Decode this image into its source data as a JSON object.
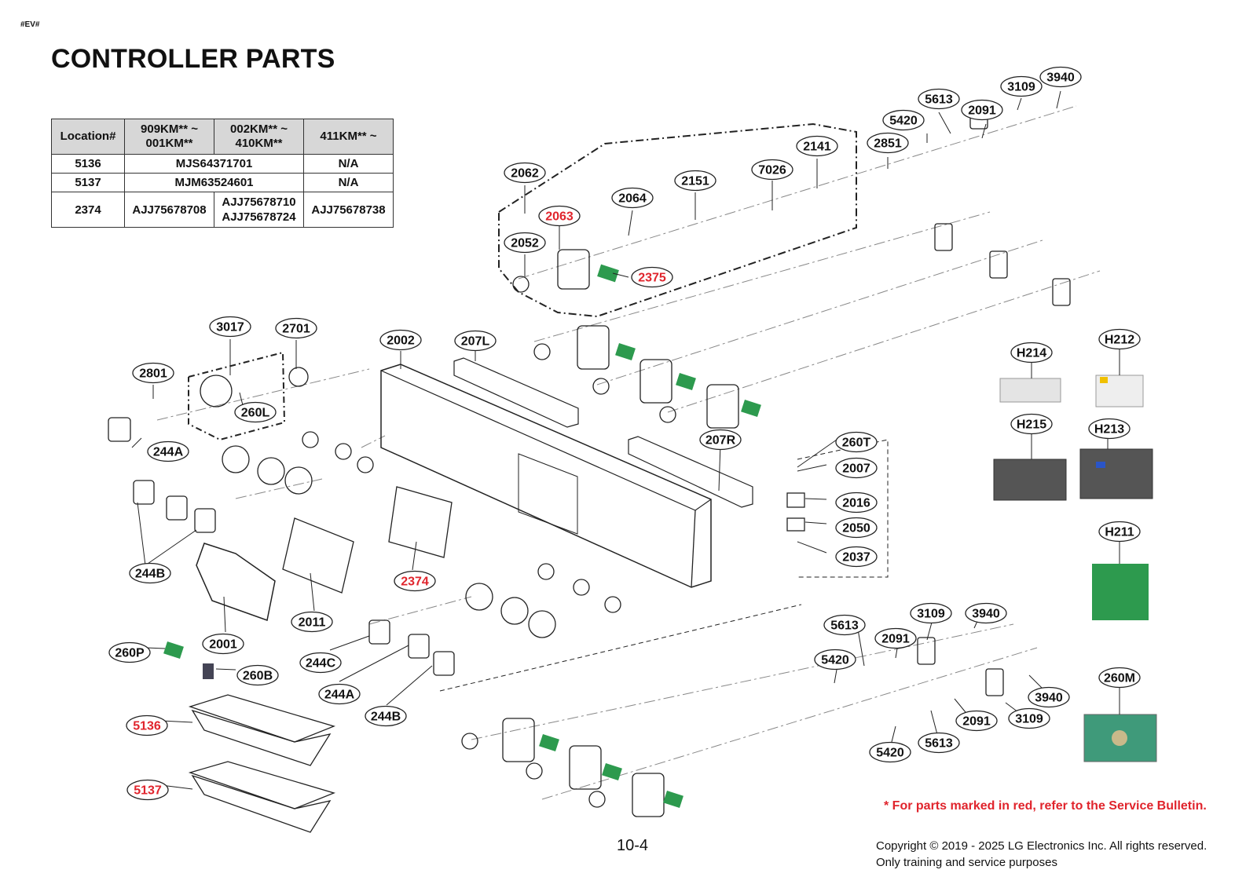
{
  "header_tag": "#EV#",
  "title": "CONTROLLER PARTS",
  "table": {
    "headers": [
      "Location#",
      "909KM** ~\n001KM**",
      "002KM** ~\n410KM**",
      "411KM** ~"
    ],
    "rows": [
      {
        "loc": "5136",
        "span": "MJS64371701",
        "c3": "N/A"
      },
      {
        "loc": "5137",
        "span": "MJM63524601",
        "c3": "N/A"
      },
      {
        "loc": "2374",
        "c1": "AJJ75678708",
        "c2a": "AJJ75678710",
        "c2b": "AJJ75678724",
        "c3": "AJJ75678738"
      }
    ]
  },
  "labels": [
    {
      "text": "3940",
      "red": false
    },
    {
      "text": "3109",
      "red": false
    },
    {
      "text": "5613",
      "red": false
    },
    {
      "text": "2091",
      "red": false
    },
    {
      "text": "5420",
      "red": false
    },
    {
      "text": "2851",
      "red": false
    },
    {
      "text": "2141",
      "red": false
    },
    {
      "text": "7026",
      "red": false
    },
    {
      "text": "2151",
      "red": false
    },
    {
      "text": "2064",
      "red": false
    },
    {
      "text": "2062",
      "red": false
    },
    {
      "text": "2063",
      "red": true
    },
    {
      "text": "2052",
      "red": false
    },
    {
      "text": "2375",
      "red": true
    },
    {
      "text": "3017",
      "red": false
    },
    {
      "text": "2701",
      "red": false
    },
    {
      "text": "2801",
      "red": false
    },
    {
      "text": "260L",
      "red": false
    },
    {
      "text": "2002",
      "red": false
    },
    {
      "text": "207L",
      "red": false
    },
    {
      "text": "244A",
      "red": false
    },
    {
      "text": "244B",
      "red": false
    },
    {
      "text": "207R",
      "red": false
    },
    {
      "text": "260T",
      "red": false
    },
    {
      "text": "2007",
      "red": false
    },
    {
      "text": "2016",
      "red": false
    },
    {
      "text": "2050",
      "red": false
    },
    {
      "text": "2037",
      "red": false
    },
    {
      "text": "2374",
      "red": true
    },
    {
      "text": "2011",
      "red": false
    },
    {
      "text": "2001",
      "red": false
    },
    {
      "text": "260P",
      "red": false
    },
    {
      "text": "260B",
      "red": false
    },
    {
      "text": "244C",
      "red": false
    },
    {
      "text": "244A",
      "red": false
    },
    {
      "text": "244B",
      "red": false
    },
    {
      "text": "5136",
      "red": true
    },
    {
      "text": "5137",
      "red": true
    },
    {
      "text": "H214",
      "red": false
    },
    {
      "text": "H212",
      "red": false
    },
    {
      "text": "H215",
      "red": false
    },
    {
      "text": "H213",
      "red": false
    },
    {
      "text": "H211",
      "red": false
    },
    {
      "text": "260M",
      "red": false
    },
    {
      "text": "5613",
      "red": false
    },
    {
      "text": "3109",
      "red": false
    },
    {
      "text": "3940",
      "red": false
    },
    {
      "text": "2091",
      "red": false
    },
    {
      "text": "5420",
      "red": false
    },
    {
      "text": "3940",
      "red": false
    },
    {
      "text": "3109",
      "red": false
    },
    {
      "text": "2091",
      "red": false
    },
    {
      "text": "5613",
      "red": false
    },
    {
      "text": "5420",
      "red": false
    }
  ],
  "note": "* For parts marked in red, refer to the Service Bulletin.",
  "page_number": "10-4",
  "copyright_line1": "Copyright © 2019 - 2025 LG Electronics Inc. All rights reserved.",
  "copyright_line2": "Only training and service purposes",
  "colors": {
    "red": "#e0242c",
    "line": "#222222",
    "label_fill": "#ffffff",
    "pcb_green": "#2d9a4e"
  }
}
